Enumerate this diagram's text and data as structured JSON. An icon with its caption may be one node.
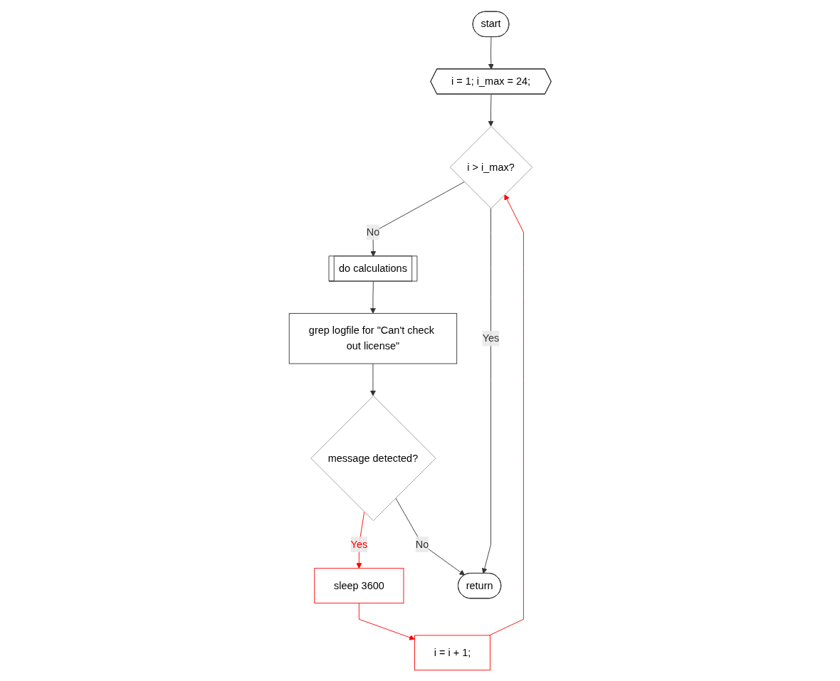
{
  "diagram": {
    "nodes": [
      {
        "text": [
          "start"
        ]
      },
      {
        "text": [
          "i = 1; i_max = 24;"
        ]
      },
      {
        "text": [
          "i > i_max?"
        ]
      },
      {
        "text": [
          "do calculations"
        ]
      },
      {
        "text": [
          "grep logfile for \"Can't check out license\""
        ]
      },
      {
        "text": [
          "message detected?"
        ]
      },
      {
        "text": [
          "sleep 3600"
        ]
      },
      {
        "text": [
          "i = i + 1;"
        ]
      },
      {
        "text": [
          "return"
        ]
      }
    ],
    "edges": [
      {
        "from": 0,
        "to": 1,
        "arrow": "to"
      },
      {
        "from": 1,
        "to": 2,
        "arrow": "to"
      },
      {
        "from": 2,
        "to": 3,
        "arrow": "to",
        "label": "No"
      },
      {
        "from": 3,
        "to": 4,
        "arrow": "to"
      },
      {
        "from": 4,
        "to": 5,
        "arrow": "to"
      },
      {
        "from": 5,
        "to": 6,
        "arrow": "to",
        "label": "Yes",
        "color": "#ff0000"
      },
      {
        "from": 6,
        "to": 7,
        "arrow": "to",
        "color": "#ff0000"
      },
      {
        "from": 7,
        "to": 2,
        "arrow": "to",
        "color": "#ff0000"
      },
      {
        "from": 2,
        "to": 8,
        "arrow": "to",
        "label": "Yes"
      },
      {
        "from": 5,
        "to": 8,
        "arrow": "to",
        "label": "No"
      }
    ]
  }
}
